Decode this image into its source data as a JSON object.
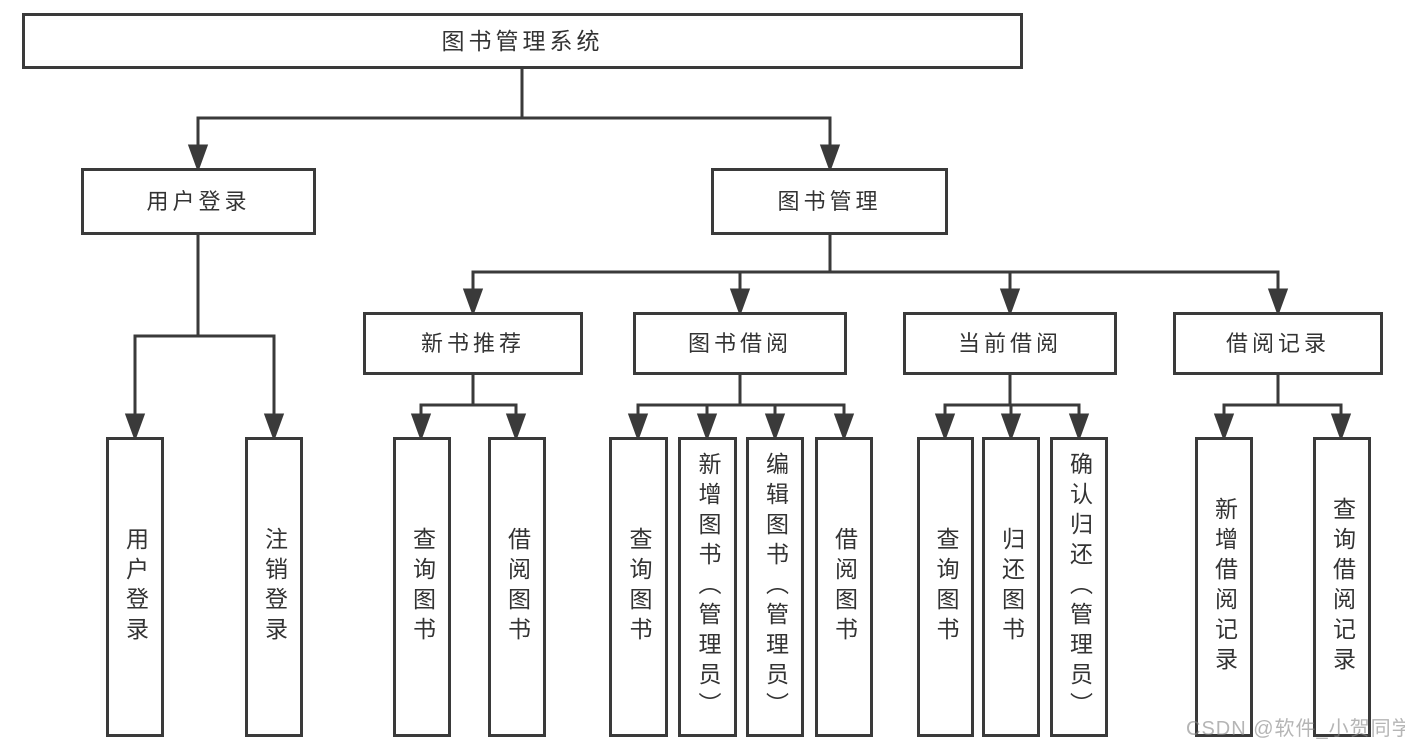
{
  "root": {
    "label": "图书管理系统"
  },
  "level1": {
    "user_login": {
      "label": "用户登录"
    },
    "book_management": {
      "label": "图书管理"
    }
  },
  "level2": {
    "new_book_recommend": {
      "label": "新书推荐"
    },
    "book_borrowing": {
      "label": "图书借阅"
    },
    "current_borrowing": {
      "label": "当前借阅"
    },
    "borrowing_records": {
      "label": "借阅记录"
    }
  },
  "leaves": {
    "user_login": [
      "用户登录",
      "注销登录"
    ],
    "new_book_recommend": [
      "查询图书",
      "借阅图书"
    ],
    "book_borrowing": [
      "查询图书",
      "新增图书（管理员）",
      "编辑图书（管理员）",
      "借阅图书"
    ],
    "current_borrowing": [
      "查询图书",
      "归还图书",
      "确认归还（管理员）"
    ],
    "borrowing_records": [
      "新增借阅记录",
      "查询借阅记录"
    ]
  },
  "watermark": "CSDN @软件_小贺同学",
  "colors": {
    "line": "#3a3a3a",
    "text": "#333333",
    "background": "#ffffff"
  }
}
